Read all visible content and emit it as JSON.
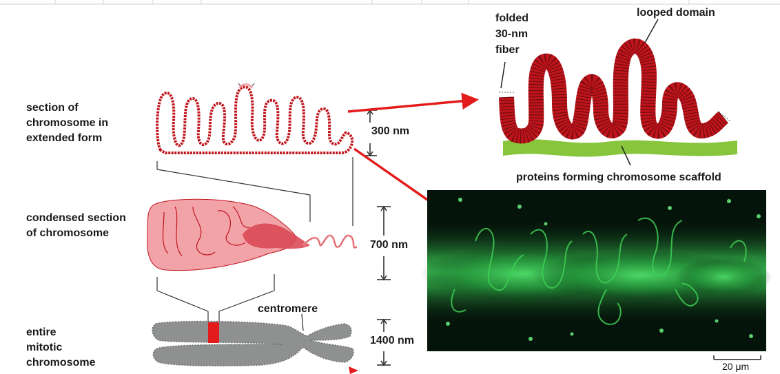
{
  "labels": {
    "extended": [
      "section of",
      "chromosome in",
      "extended form"
    ],
    "condensed": [
      "condensed section",
      "of chromosome"
    ],
    "mitotic": [
      "entire",
      "mitotic",
      "chromosome"
    ],
    "centromere": "centromere",
    "folded_fiber": [
      "folded",
      "30-nm",
      "fiber"
    ],
    "looped_domain": "looped domain",
    "scaffold": "proteins forming chromosome scaffold"
  },
  "measurements": {
    "m300": "300 nm",
    "m700": "700 nm",
    "m1400": "1400 nm",
    "scale": "20 μm"
  },
  "colors": {
    "fiber_red": "#c0141c",
    "condensed_pink": "#f2a3a8",
    "scaffold_green": "#86c53c",
    "arrow_red": "#e31b1b",
    "chromosome_gray": "#8f9190",
    "micrograph_green": "#3fcf55"
  }
}
